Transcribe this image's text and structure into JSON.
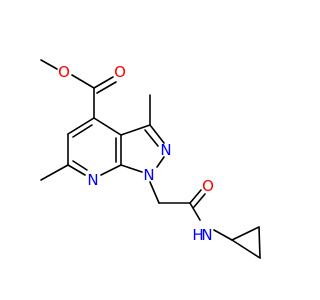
{
  "molecule": {
    "atoms": {
      "o_ether": "O",
      "o_carbonyl": "O",
      "n_pyrazole": "N",
      "n_pyridine": "N",
      "n1": "N",
      "o_amide": "O",
      "nh_amide": "N",
      "h_amide": "H"
    },
    "colors": {
      "oxygen": "#ff0000",
      "nitrogen": "#0000ff",
      "carbon_bond": "#000000",
      "background": "#ffffff"
    }
  }
}
